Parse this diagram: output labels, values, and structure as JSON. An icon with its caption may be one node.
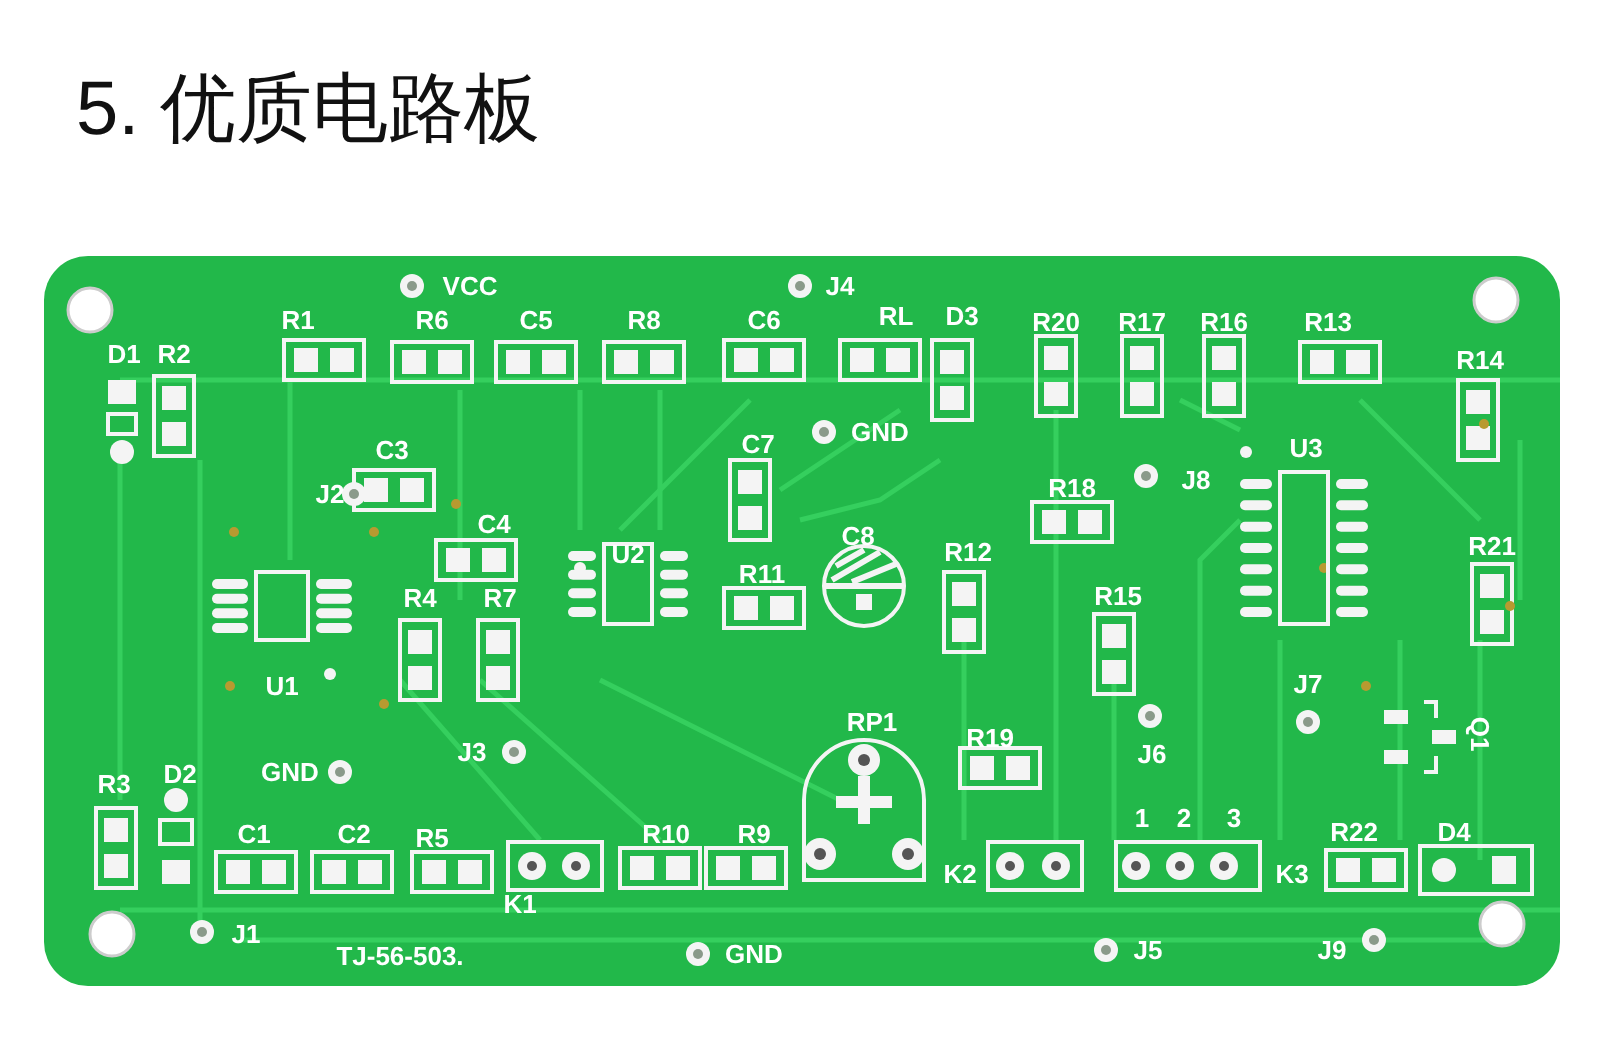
{
  "diagram": {
    "title": "5. 优质电路板",
    "labels": [
      "VCC",
      "J4",
      "R1",
      "R6",
      "C5",
      "R8",
      "C6",
      "RL",
      "D3",
      "R20",
      "R17",
      "R16",
      "R13",
      "D1",
      "R2",
      "R14",
      "GND",
      "C3",
      "C7",
      "U3",
      "J2",
      "R18",
      "J8",
      "C4",
      "C8",
      "U2",
      "R12",
      "R11",
      "R21",
      "R4",
      "R7",
      "R15",
      "U1",
      "J7",
      "RP1",
      "Q1",
      "J3",
      "J6",
      "GND",
      "R19",
      "D2",
      "R3",
      "1",
      "2",
      "3",
      "C1",
      "C2",
      "R5",
      "R10",
      "R9",
      "R22",
      "D4",
      "K2",
      "K3",
      "K1",
      "J1",
      "TJ-56-503.",
      "GND",
      "J5",
      "J9"
    ]
  }
}
